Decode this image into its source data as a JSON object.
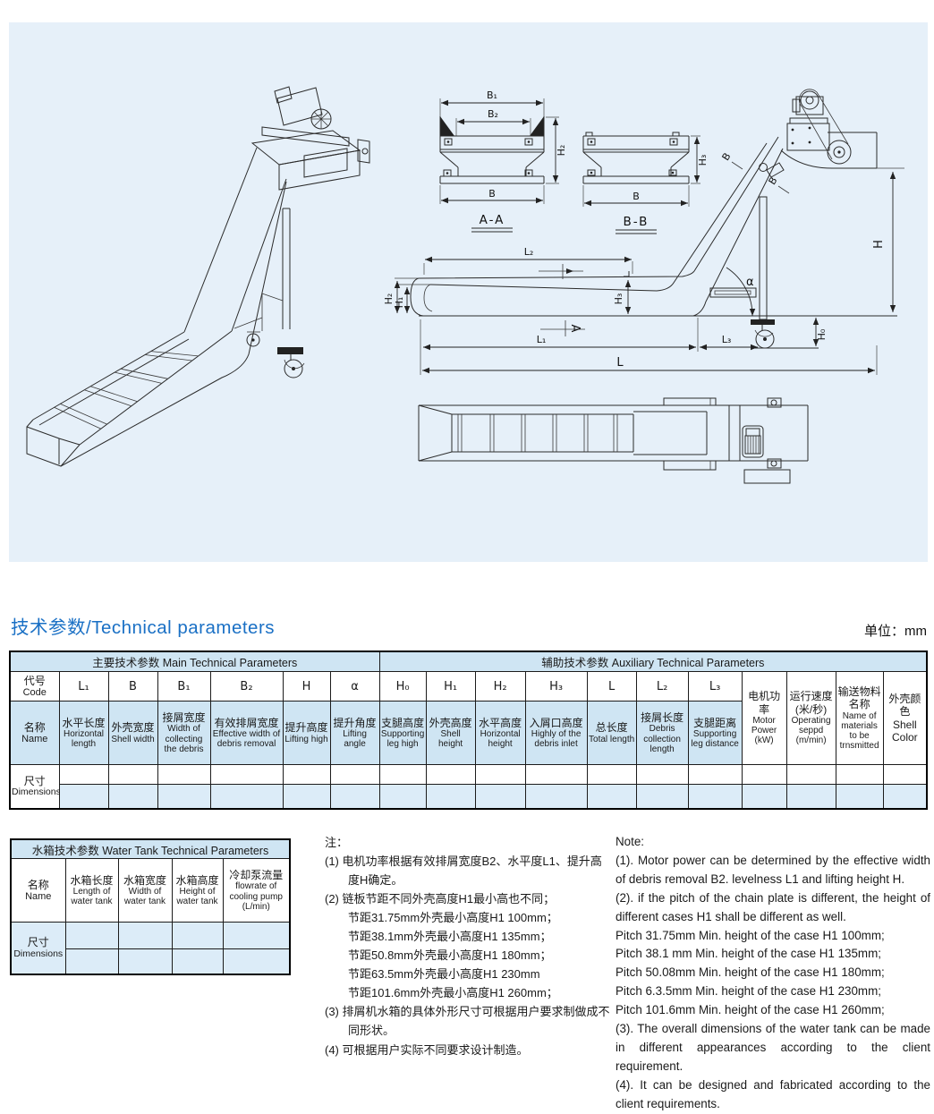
{
  "title": "技术参数/Technical parameters",
  "unit": "单位：mm",
  "drawing": {
    "section_aa": {
      "title": "A-A",
      "b1": "B₁",
      "b2": "B₂",
      "b": "B",
      "h2": "H₂"
    },
    "section_bb": {
      "title": "B-B",
      "b": "B",
      "h3": "H₃"
    },
    "side": {
      "l2": "L₂",
      "h2": "H₂",
      "h1": "H₁",
      "h3": "H₃",
      "alpha": "α",
      "h": "H",
      "h0": "H₀",
      "l1": "L₁",
      "l3": "L₃",
      "l": "L",
      "a_cut": "A",
      "b_cut": "B"
    }
  },
  "main_table": {
    "header_main": "主要技术参数  Main Technical Parameters",
    "header_aux": "辅助技术参数  Auxiliary Technical Parameters",
    "code_label_cn": "代号",
    "code_label_en": "Code",
    "name_label_cn": "名称",
    "name_label_en": "Name",
    "dim_label_cn": "尺寸",
    "dim_label_en": "Dimensions",
    "codes": [
      "L₁",
      "B",
      "B₁",
      "B₂",
      "H",
      "α",
      "H₀",
      "H₁",
      "H₂",
      "H₃",
      "L",
      "L₂",
      "L₃"
    ],
    "names": [
      {
        "cn": "水平长度",
        "en": "Horizontal length"
      },
      {
        "cn": "外壳宽度",
        "en": "Shell width"
      },
      {
        "cn": "接屑宽度",
        "en": "Width of collecting the debris"
      },
      {
        "cn": "有效排屑宽度",
        "en": "Effective width of debris removal"
      },
      {
        "cn": "提升高度",
        "en": "Lifting high"
      },
      {
        "cn": "提升角度",
        "en": "Lifting angle"
      },
      {
        "cn": "支腿高度",
        "en": "Supporting leg high"
      },
      {
        "cn": "外壳高度",
        "en": "Shell height"
      },
      {
        "cn": "水平高度",
        "en": "Horizontal height"
      },
      {
        "cn": "入屑口高度",
        "en": "Highly of the debris inlet"
      },
      {
        "cn": "总长度",
        "en": "Total length"
      },
      {
        "cn": "接屑长度",
        "en": "Debris collection length"
      },
      {
        "cn": "支腿距离",
        "en": "Supporting leg distance"
      }
    ],
    "tall_cols": [
      {
        "cn": "电机功率",
        "en": "Motor Power (kW)"
      },
      {
        "cn": "运行速度 (米/秒)",
        "en": "Operating seppd (m/min)"
      },
      {
        "cn": "输送物料名称",
        "en": "Name of materials to be trnsmitted"
      },
      {
        "cn": "外壳颜色",
        "en": "Shell Color"
      }
    ]
  },
  "water_table": {
    "header": "水箱技术参数  Water Tank Technical Parameters",
    "name_label_cn": "名称",
    "name_label_en": "Name",
    "dim_label_cn": "尺寸",
    "dim_label_en": "Dimensions",
    "cols": [
      {
        "cn": "水箱长度",
        "en": "Length of water tank"
      },
      {
        "cn": "水箱宽度",
        "en": "Width of water tank"
      },
      {
        "cn": "水箱高度",
        "en": "Height of water tank"
      },
      {
        "cn": "冷却泵流量",
        "en": "flowrate of cooling pump (L/min)"
      }
    ]
  },
  "notes_cn": {
    "title": "注：",
    "items": [
      "(1) 电机功率根据有效排屑宽度B2、水平度L1、提升高度H确定。",
      "(2) 链板节距不同外壳高度H1最小高也不同；",
      "节距31.75mm外壳最小高度H1 100mm；",
      "节距38.1mm外壳最小高度H1 135mm；",
      "节距50.8mm外壳最小高度H1 180mm；",
      "节距63.5mm外壳最小高度H1 230mm",
      "节距101.6mm外壳最小高度H1 260mm；",
      "(3) 排屑机水箱的具体外形尺寸可根据用户要求制做成不同形状。",
      "(4) 可根据用户实际不同要求设计制造。"
    ]
  },
  "notes_en": {
    "title": "Note:",
    "items": [
      "(1). Motor power can be determined by the effective width of debris removal B2. levelness L1 and lifting height H.",
      "(2). if the pitch of the chain plate is different, the height of different cases H1 shall be different as well.",
      "Pitch 31.75mm Min. height of the case H1 100mm;",
      "Pitch 38.1 mm Min. height of the case H1 135mm;",
      "Pitch 50.08mm Min. height of the case H1 180mm;",
      "Pitch 6.3.5mm Min. height of the case H1 230mm;",
      "Pitch 101.6mm Min. height of the case H1 260mm;",
      "(3). The overall dimensions of the water tank can be made in different appearances according to the client requirement.",
      "(4). It can be designed and fabricated according to the client requirements."
    ]
  }
}
